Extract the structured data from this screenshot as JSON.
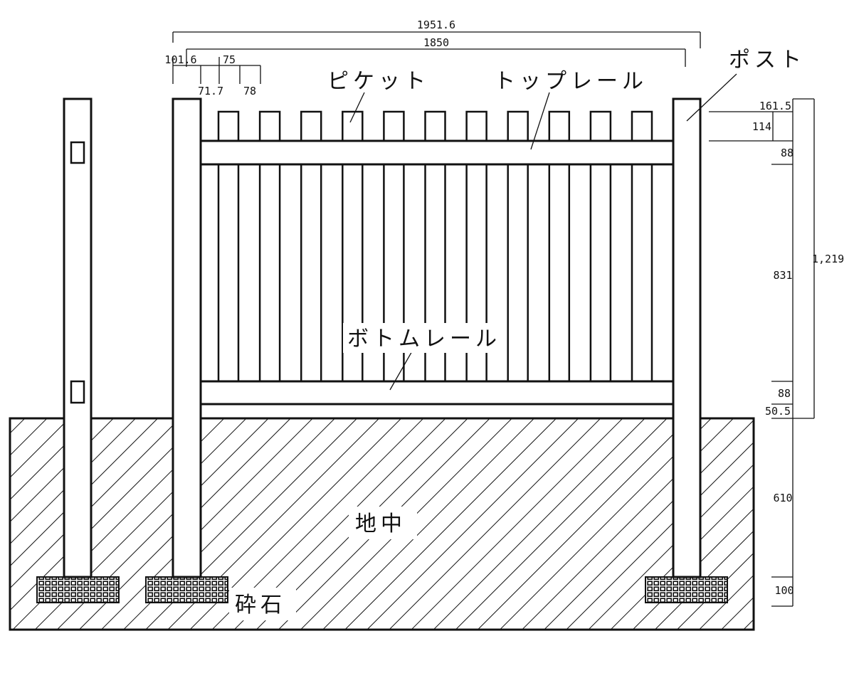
{
  "labels": {
    "picket": "ピケット",
    "top_rail": "トップレール",
    "post": "ポスト",
    "bottom_rail": "ボトムレール",
    "underground": "地中",
    "gravel": "砕石"
  },
  "dimensions_top": {
    "overall": "1951.6",
    "span": "1850",
    "post_width": "101.6",
    "picket_pitch": "75",
    "picket_gap": "71.7",
    "picket_width": "78"
  },
  "dimensions_side": {
    "total_height": "1,219",
    "picket_top": "161.5",
    "picket_top_inner": "114",
    "top_rail": "88",
    "picket_middle": "831",
    "bottom_rail": "88",
    "bottom_gap": "50.5",
    "burial_depth": "610",
    "gravel_depth": "100"
  },
  "colors": {
    "line": "#111111",
    "hatch": "#111111",
    "background": "#ffffff"
  }
}
